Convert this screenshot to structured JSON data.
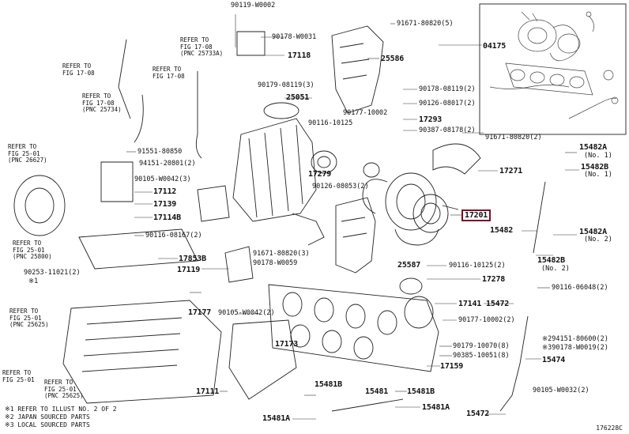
{
  "diagram": {
    "highlight_color": "#7a0f2a",
    "drawing_number": "176228C",
    "notes": [
      "※1 REFER TO ILLUST NO. 2 OF 2",
      "※2 JAPAN SOURCED PARTS",
      "※3 LOCAL SOURCED PARTS"
    ],
    "refs": {
      "r1": "REFER TO\nFIG 17-08",
      "r2": "REFER TO\nFIG 17-08\n(PNC 25734)",
      "r3": "REFER TO\nFIG 17-08\n(PNC 25733A)",
      "r4": "REFER TO\nFIG 17-08",
      "r5": "REFER TO\nFIG 25-01\n(PNC 26627)",
      "r6": "REFER TO\nFIG 25-01\n(PNC 25800)",
      "r7": "REFER TO\nFIG 25-01\n(PNC 25625)",
      "r8": "REFER TO\nFIG 25-01",
      "r9": "REFER TO\nFIG 25-01\n(PNC 25625)"
    },
    "labels": {
      "p90119_w0002": "90119-W0002",
      "p90178_w0031": "90178-W0031",
      "p17118": "17118",
      "p25586": "25586",
      "p91671_80820_5": "91671-80820(5)",
      "p04175": "04175",
      "p90179_08119_3": "90179-08119(3)",
      "p25051": "25051",
      "p90178_08119_2": "90178-08119(2)",
      "p90126_08017_2": "90126-08017(2)",
      "p90177_10002": "90177-10002",
      "p17293": "17293",
      "p90116_10125": "90116-10125",
      "p90387_08178_2": "90387-08178(2)",
      "p91551_80850": "91551-80850",
      "p94151_20801_2": "94151-20801(2)",
      "p91671_80820_2a": "91671-80820(2)",
      "p15482A_1": "15482A",
      "p15482A_1n": "(No. 1)",
      "p15482B_1": "15482B",
      "p15482B_1n": "(No. 1)",
      "p17271": "17271",
      "p90105_w0042_3": "90105-W0042(3)",
      "p17279": "17279",
      "p17112": "17112",
      "p90126_08053_2": "90126-08053(2)",
      "p17201": "17201",
      "p17139": "17139",
      "p17114B": "17114B",
      "p15482": "15482",
      "p15482A_2": "15482A",
      "p15482A_2n": "(No. 2)",
      "p90116_08167_2": "90116-08167(2)",
      "p17853B": "17853B",
      "p91671_80820_3": "91671-80820(3)",
      "p90178_w0059": "90178-W0059",
      "p25587": "25587",
      "p15482B_2": "15482B",
      "p15482B_2n": "(No. 2)",
      "p90116_10125_2": "90116-10125(2)",
      "p17119": "17119",
      "p90253_11021_2": "90253-11021(2)",
      "p17278": "17278",
      "p90116_06048_2": "90116-06048(2)",
      "p17141": "17141",
      "p15472a": "15472",
      "p90105_w0042_2": "90105-W0042(2)",
      "p17177": "17177",
      "p90177_10002_2": "90177-10002(2)",
      "p94151_80600_2": "※294151-80600(2)",
      "p90178_w0019_2": "※390178-W0019(2)",
      "p17173": "17173",
      "p90179_10070_8": "90179-10070(8)",
      "p90385_10051_8": "90385-10051(8)",
      "p17159": "17159",
      "p15474": "15474",
      "p17111": "17111",
      "p15481B_a": "15481B",
      "p15481": "15481",
      "p15481B_b": "15481B",
      "p90105_w0032_2": "90105-W0032(2)",
      "p15481A_a": "15481A",
      "p15481A_b": "15481A",
      "p15472b": "15472",
      "star1": "※1"
    }
  }
}
